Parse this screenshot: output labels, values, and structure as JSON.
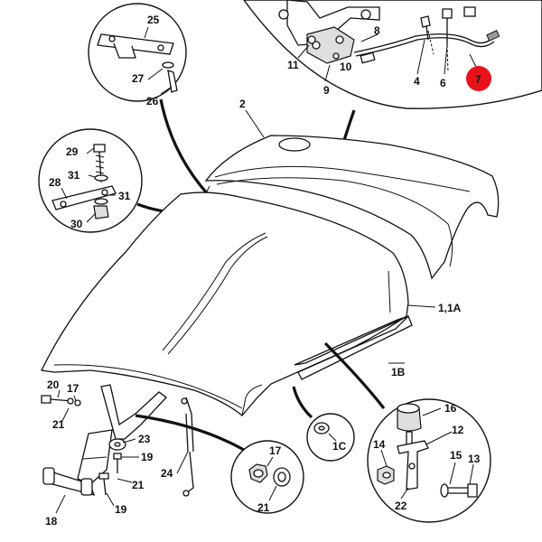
{
  "diagram": {
    "title": "Cowl / hood assembly exploded view",
    "highlight_color": "#e8121b",
    "labels": {
      "l25": "25",
      "l27": "27",
      "l26": "26",
      "l2": "2",
      "l29": "29",
      "l31a": "31",
      "l28": "28",
      "l31b": "31",
      "l30": "30",
      "l8": "8",
      "l11": "11",
      "l10": "10",
      "l9": "9",
      "l4": "4",
      "l6": "6",
      "l7": "7",
      "l11a": "1,1A",
      "l1b": "1B",
      "l1c": "1C",
      "l20": "20",
      "l17a": "17",
      "l21a": "21",
      "l23": "23",
      "l19a": "19",
      "l24": "24",
      "l21b": "21",
      "l19b": "19",
      "l18": "18",
      "l17b": "17",
      "l21c": "21",
      "l16": "16",
      "l12": "12",
      "l14": "14",
      "l15": "15",
      "l13": "13",
      "l22": "22"
    }
  }
}
